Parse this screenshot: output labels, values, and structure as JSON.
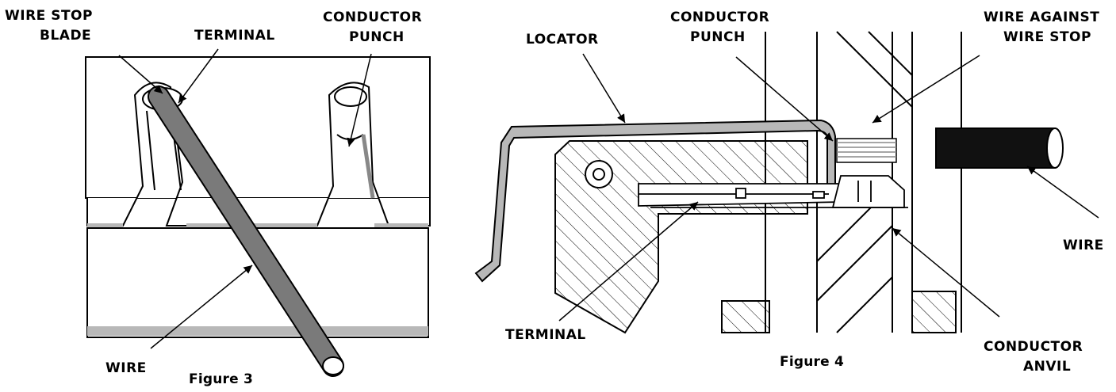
{
  "figure3": {
    "caption": "Figure 3",
    "labels": {
      "wire_stop_blade_line1": "WIRE STOP",
      "wire_stop_blade_line2": "BLADE",
      "terminal": "TERMINAL",
      "conductor_punch_line1": "CONDUCTOR",
      "conductor_punch_line2": "PUNCH",
      "wire": "WIRE"
    }
  },
  "figure4": {
    "caption": "Figure 4",
    "labels": {
      "locator": "LOCATOR",
      "conductor_punch_line1": "CONDUCTOR",
      "conductor_punch_line2": "PUNCH",
      "wire_against_line1": "WIRE AGAINST",
      "wire_against_line2": "WIRE STOP",
      "wire": "WIRE",
      "terminal": "TERMINAL",
      "conductor_anvil_line1": "CONDUCTOR",
      "conductor_anvil_line2": "ANVIL"
    }
  },
  "colors": {
    "ink": "#000000",
    "wire_gray": "#7a7a7a",
    "shade_gray": "#b8b8b8",
    "insulation": "#111111"
  }
}
